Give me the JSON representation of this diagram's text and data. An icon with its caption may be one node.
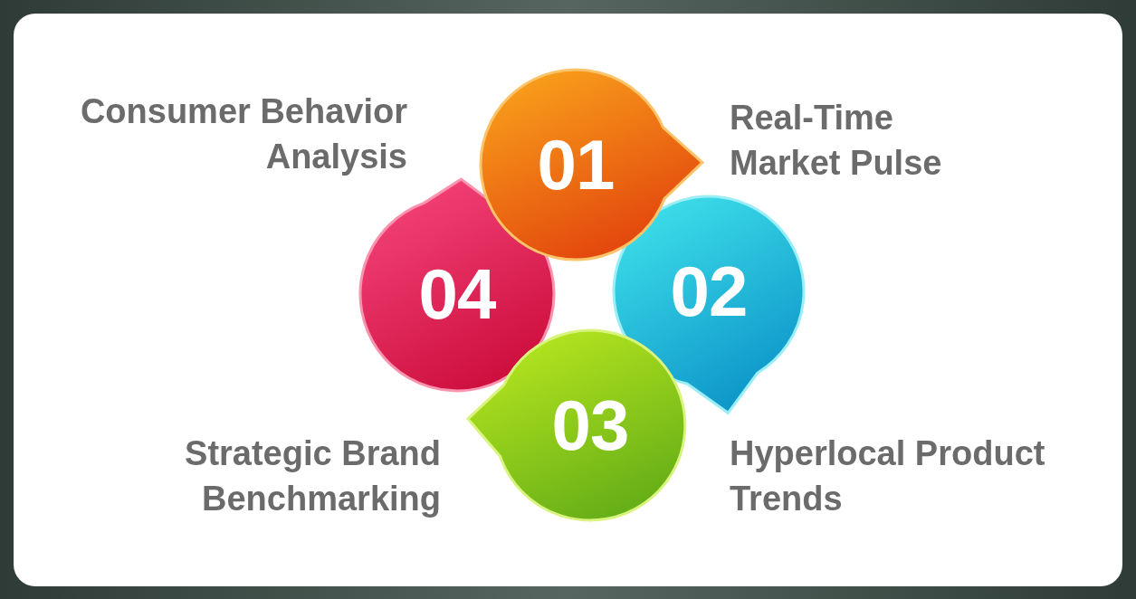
{
  "diagram": {
    "nodes": [
      {
        "text": [
          "01"
        ],
        "beside": [
          "Real-Time Market Pulse"
        ]
      },
      {
        "text": [
          "02"
        ],
        "beside": [
          "Hyperlocal Product Trends"
        ]
      },
      {
        "text": [
          "03"
        ],
        "beside": [
          "Strategic Brand Benchmarking"
        ]
      },
      {
        "text": [
          "04"
        ],
        "beside": [
          "Consumer Behavior Analysis"
        ]
      }
    ]
  }
}
